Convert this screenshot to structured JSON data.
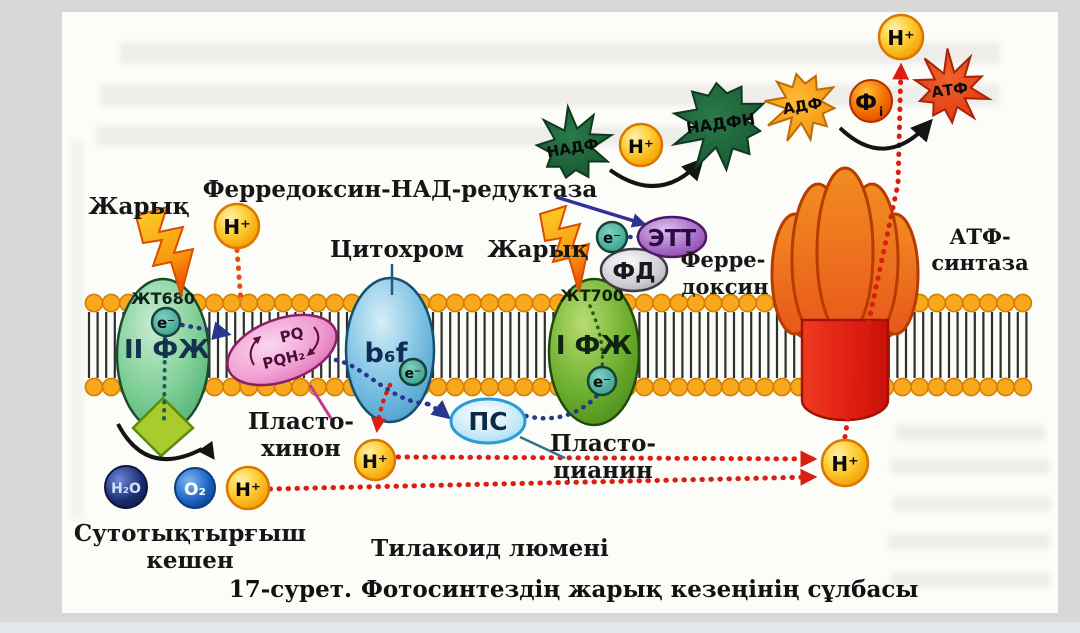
{
  "page": {
    "caption_figure": "17-сурет.",
    "caption_text": "Фотосинтездің жарық кезеңінің сұлбасы"
  },
  "labels": {
    "light_left": "Жарық",
    "light_right": "Жарық",
    "fnr": "Ферредоксин-НАД-редуктаза",
    "cytochrome": "Цитохром",
    "plastoquinone": [
      "Пласто-",
      "хинон"
    ],
    "plastocyanin": [
      "Пласто-",
      "цианин"
    ],
    "ferredoxin": [
      "Ферре-",
      "доксин"
    ],
    "atp_synthase": [
      "АТФ-",
      "синтаза"
    ],
    "oxygen_complex": [
      "Сутотықтырғыш",
      "кешен"
    ],
    "lumen": "Тилакоид люмені"
  },
  "complexes": {
    "ps2_pigment": "ЖТ680",
    "ps2": "II ФЖ",
    "ps1_pigment": "ЖТ700",
    "ps1": "I ФЖ",
    "pq_ox": "PQ",
    "pq_red": "PQH₂",
    "cyt_b6f": "b₆f",
    "plastocyanin_short": "ПС",
    "fd": "ФД",
    "ett": "ЭТТ"
  },
  "particles": {
    "h_plus": "H⁺",
    "electron": "e⁻",
    "water": "H₂O",
    "oxygen": "O₂",
    "nadp": "НАДФ",
    "nadph": "НАДФН",
    "adp": "АДФ",
    "pi_base": "Ф",
    "pi_sub": "і",
    "atp": "АТФ"
  },
  "colors": {
    "membrane_head": "#f7a81c",
    "proton_circle": "#f9a909",
    "red_dots": "#d81f12",
    "blue_dots": "#28368e",
    "atp_synthase_red": "#e03018",
    "nadp_star_green": "#1f5c35"
  }
}
